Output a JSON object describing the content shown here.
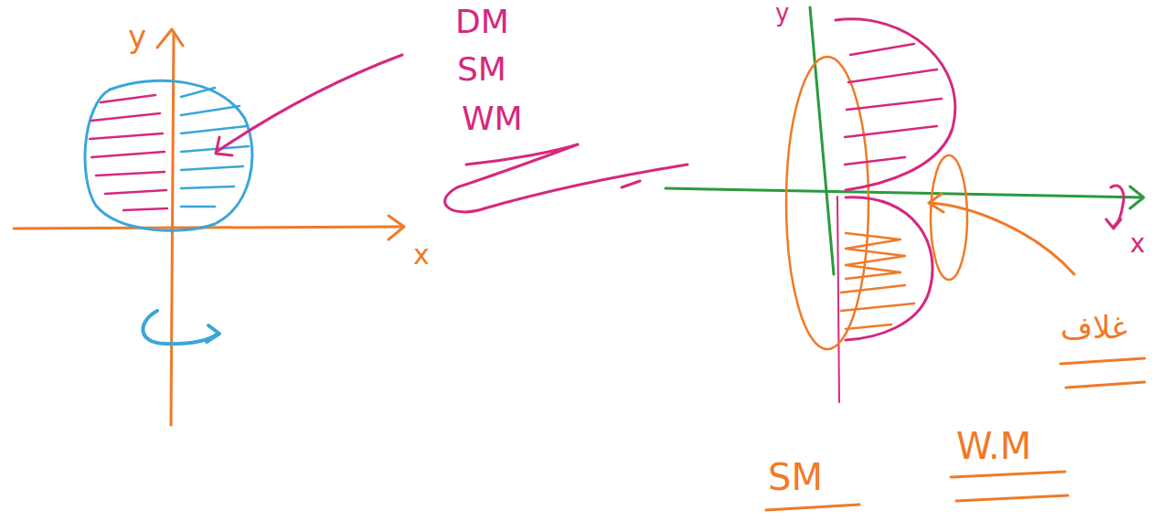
{
  "diagram": {
    "labels": [
      "y",
      "x",
      "DM",
      "SM",
      "WM",
      "y",
      "x",
      "غلاف",
      "SM",
      "W.M"
    ]
  }
}
